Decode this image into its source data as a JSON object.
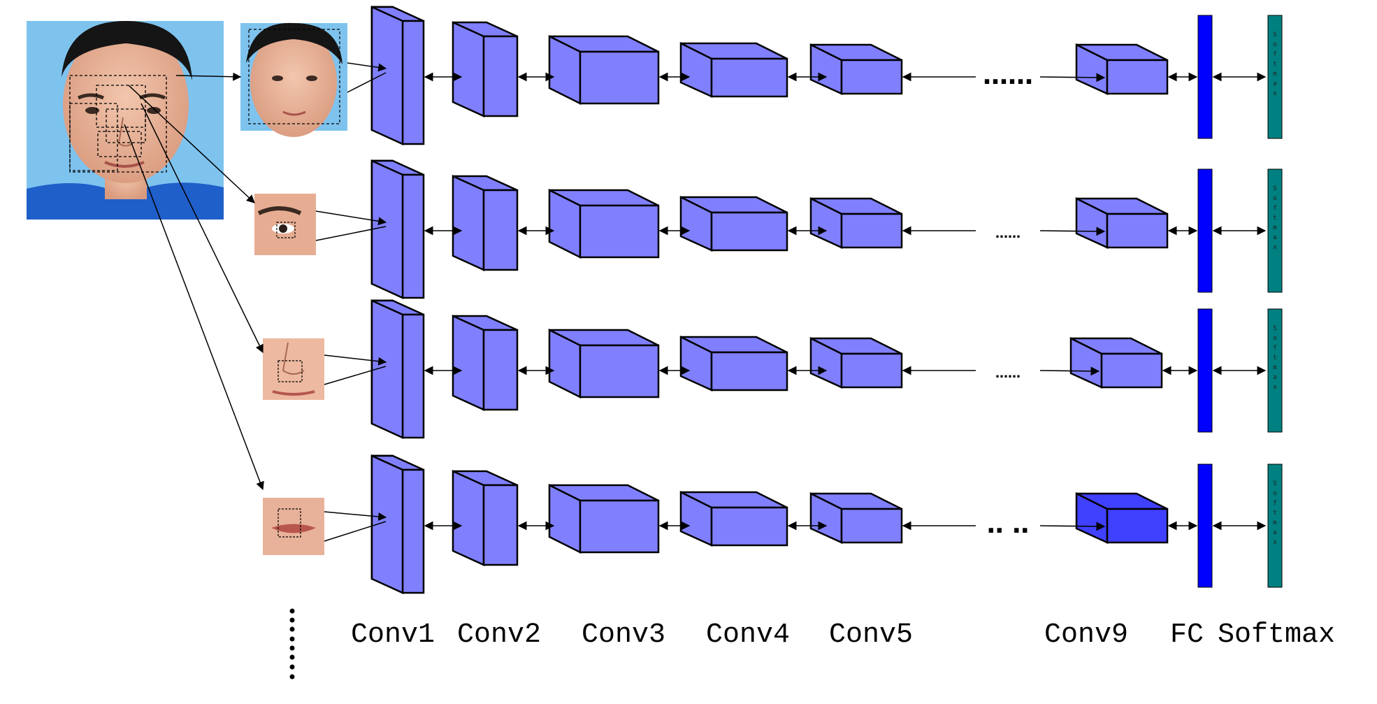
{
  "bottom_labels": {
    "conv1": "Conv1",
    "conv2": "Conv2",
    "conv3": "Conv3",
    "conv4": "Conv4",
    "conv5": "Conv5",
    "conv9": "Conv9",
    "fc": "FC",
    "softmax": "Softmax"
  },
  "softmax_layer_text": "Softmax",
  "rows": [
    {
      "input_crop": "whole-face",
      "gap_dots": "……"
    },
    {
      "input_crop": "eye",
      "gap_dots": "……"
    },
    {
      "input_crop": "nose",
      "gap_dots": "……"
    },
    {
      "input_crop": "mouth",
      "gap_dots": "‥ ‥"
    }
  ],
  "colors": {
    "conv_box": "#8080ff",
    "conv9_highlight": "#4040ff",
    "fc_layer": "#0000ff",
    "softmax_layer": "#008080",
    "photo_background": "#7ec3ee",
    "skin": "#e9b39a"
  }
}
